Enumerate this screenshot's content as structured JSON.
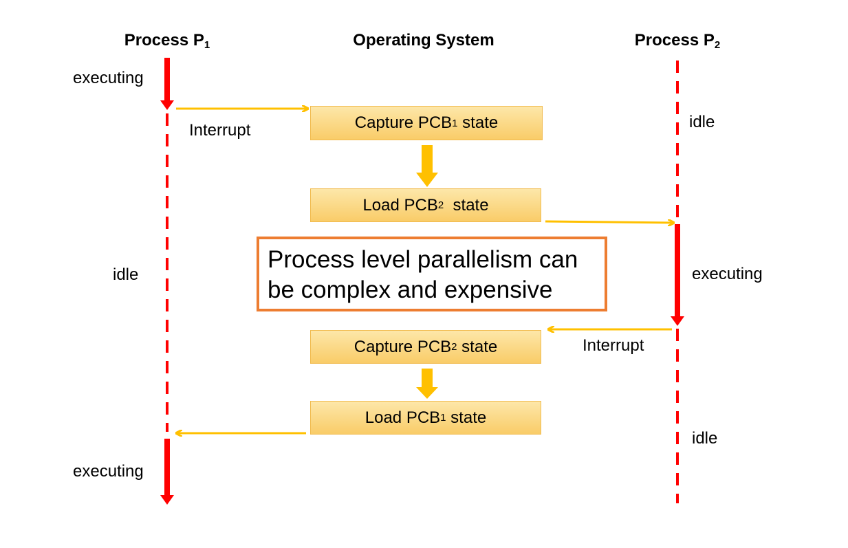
{
  "headings": {
    "p1": {
      "text": "Process P",
      "sub": "1"
    },
    "os": {
      "text": "Operating System"
    },
    "p2": {
      "text": "Process P",
      "sub": "2"
    }
  },
  "states": {
    "executing": "executing",
    "idle": "idle"
  },
  "events": {
    "interrupt": "Interrupt"
  },
  "steps": [
    {
      "prefix": "Capture PCB",
      "sub": "1",
      "suffix": " state"
    },
    {
      "prefix": "Load PCB",
      "sub": "2",
      "suffix": "  state"
    },
    {
      "prefix": "Capture PCB",
      "sub": "2",
      "suffix": " state"
    },
    {
      "prefix": "Load PCB",
      "sub": "1",
      "suffix": " state"
    }
  ],
  "note": {
    "line1": "Process level parallelism can",
    "line2": "be complex and expensive"
  },
  "colors": {
    "timeline": "#ff0000",
    "flow_arrow": "#ffc000",
    "box_border": "#f1bb4f",
    "note_border": "#ed7d31"
  }
}
